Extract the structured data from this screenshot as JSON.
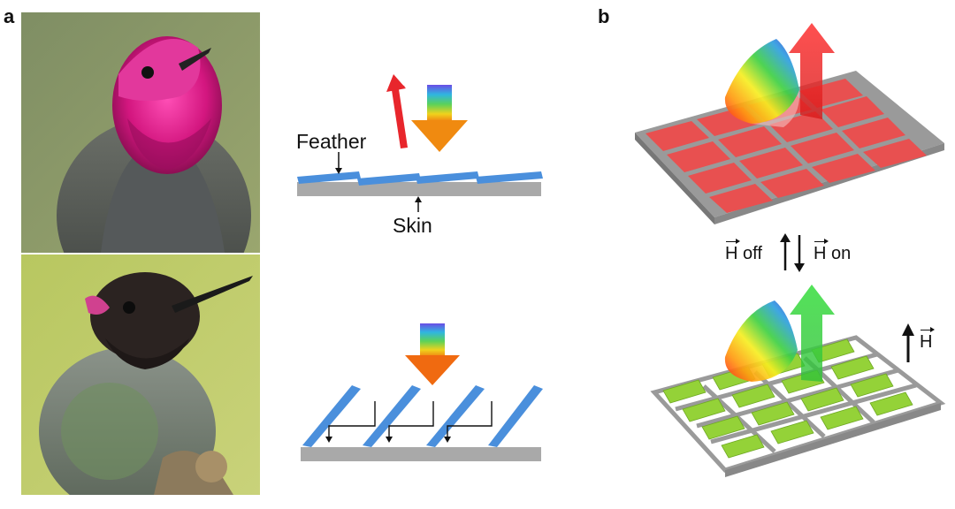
{
  "panels": {
    "a": "a",
    "b": "b"
  },
  "labels": {
    "feather": "Feather",
    "skin": "Skin",
    "h_symbol": "H",
    "h_off_suffix": " off",
    "h_on_suffix": " on",
    "h_field": "H"
  },
  "colors": {
    "feather_blue": "#4a8fdc",
    "skin_gray": "#a9a9a9",
    "grid_gray": "#9a9a9a",
    "red_tile": "#e85050",
    "green_tile": "#94d238",
    "reflect_red": "#e8262c",
    "reflect_green": "#3fd044",
    "photo_bg_top": "#8a9a6a",
    "photo_bg_bottom": "#b6c460",
    "gorget_magenta": "#c8137c"
  },
  "icons": {
    "top_photo": "hummingbird-magenta-gorget-image",
    "bottom_photo": "hummingbird-dark-gorget-image",
    "incident_light": "rainbow-incident-arrow-icon",
    "field_arrow": "magnetic-field-arrow-icon"
  }
}
